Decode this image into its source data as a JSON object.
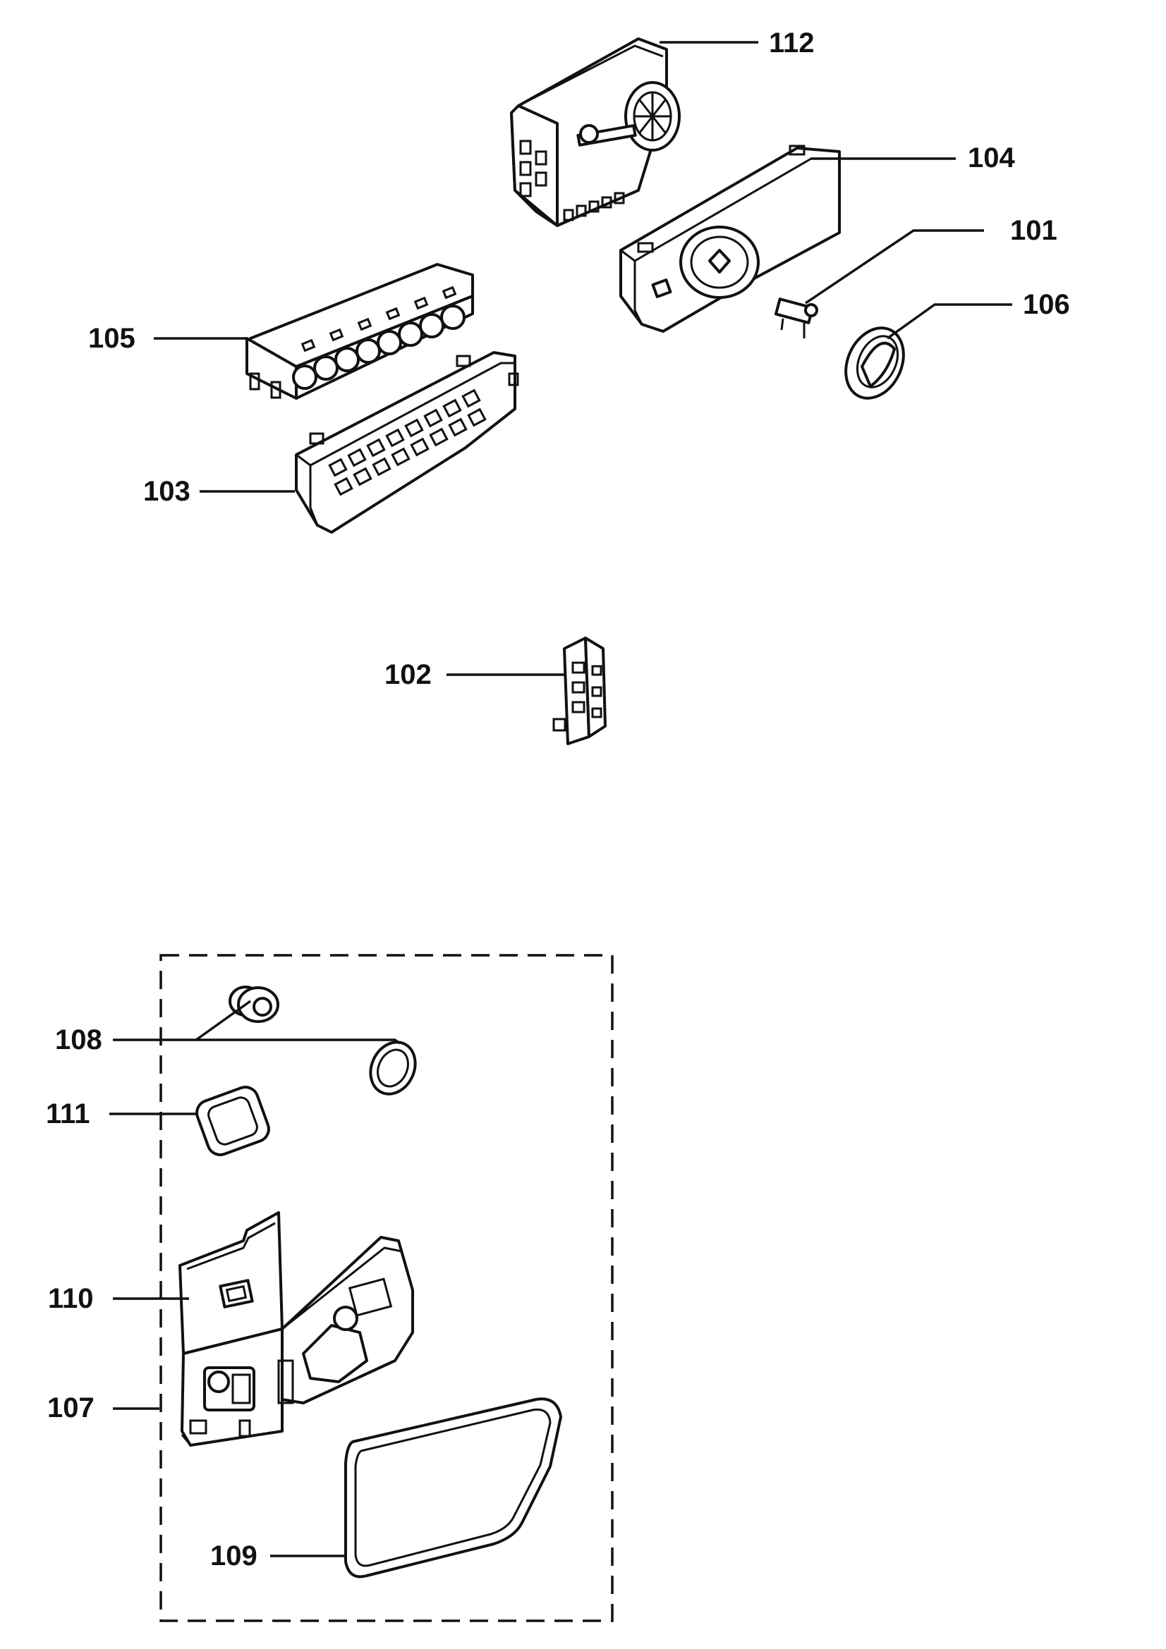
{
  "diagram": {
    "callouts": {
      "p112": "112",
      "p104": "104",
      "p101": "101",
      "p106": "106",
      "p105": "105",
      "p103": "103",
      "p102": "102",
      "p108": "108",
      "p111": "111",
      "p110": "110",
      "p107": "107",
      "p109": "109"
    }
  }
}
